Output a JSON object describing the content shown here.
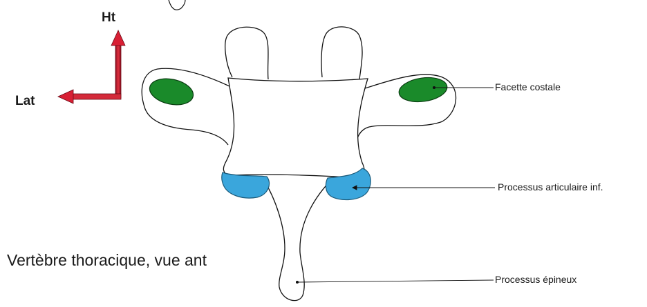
{
  "axes": {
    "vertical_label": "Ht",
    "lateral_label": "Lat",
    "arrow_color": "#c8102e"
  },
  "annotations": [
    {
      "id": "facette",
      "text": "Facette costale"
    },
    {
      "id": "articulaire",
      "text": "Processus articulaire inf."
    },
    {
      "id": "epineux",
      "text": "Processus épineux"
    }
  ],
  "caption": "Vertèbre thoracique, vue ant",
  "colors": {
    "facette_costale": "#1a8a2a",
    "processus_articulaire": "#3aa6dc",
    "outline": "#111111"
  }
}
